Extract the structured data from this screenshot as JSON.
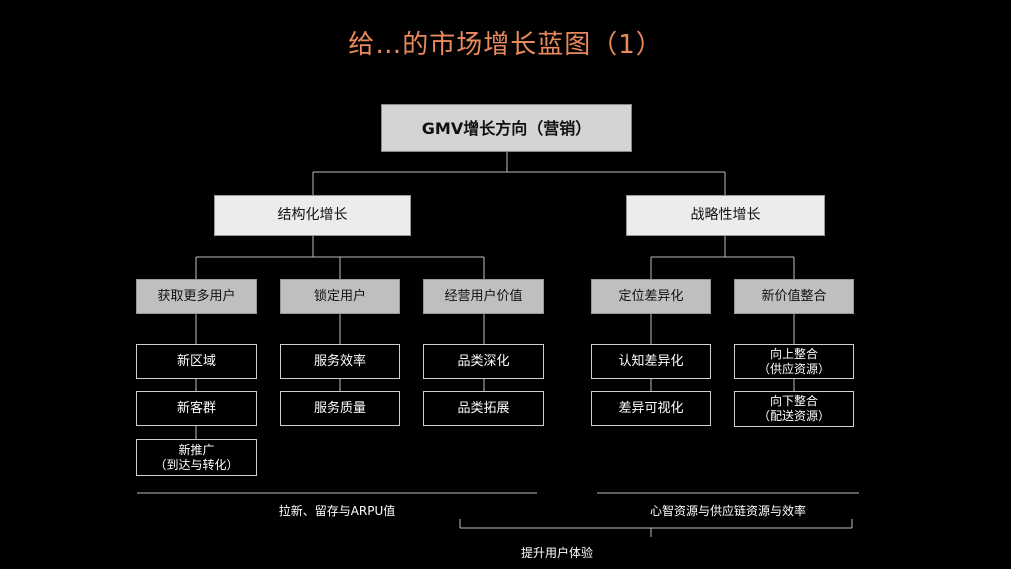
{
  "title": "给…的市场增长蓝图（1）",
  "root": "GMV增长方向（营销）",
  "branches": [
    {
      "label": "结构化增长"
    },
    {
      "label": "战略性增长"
    }
  ],
  "categories": [
    {
      "label": "获取更多用户",
      "items": [
        [
          "新区域"
        ],
        [
          "新客群"
        ],
        [
          "新推广",
          "（到达与转化）"
        ]
      ]
    },
    {
      "label": "锁定用户",
      "items": [
        [
          "服务效率"
        ],
        [
          "服务质量"
        ]
      ]
    },
    {
      "label": "经营用户价值",
      "items": [
        [
          "品类深化"
        ],
        [
          "品类拓展"
        ]
      ]
    },
    {
      "label": "定位差异化",
      "items": [
        [
          "认知差异化"
        ],
        [
          "差异可视化"
        ]
      ]
    },
    {
      "label": "新价值整合",
      "items": [
        [
          "向上整合",
          "（供应资源）"
        ],
        [
          "向下整合",
          "（配送资源）"
        ]
      ]
    }
  ],
  "captions": {
    "left": "拉新、留存与ARPU值",
    "right": "心智资源与供应链资源与效率",
    "bottom": "提升用户体验"
  }
}
